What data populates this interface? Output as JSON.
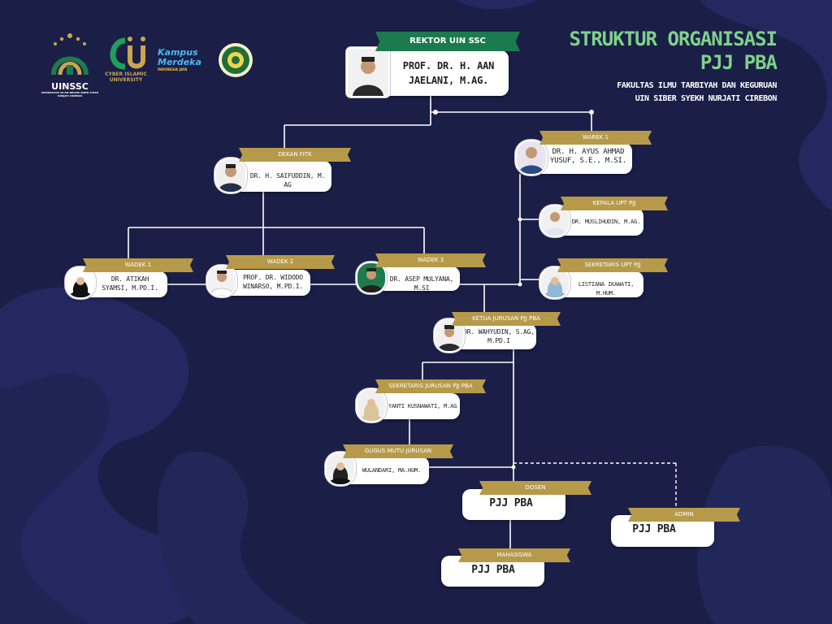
{
  "header": {
    "title_line1": "STRUKTUR ORGANISASI",
    "title_line2": "PJJ PBA",
    "subtitle_line1": "FAKULTAS ILMU TARBIYAH DAN KEGURUAN",
    "subtitle_line2": "UIN SIBER SYEKH NURJATI CIREBON"
  },
  "logos": {
    "uinssc": "UINSSC",
    "uinssc_caption": "UNIVERSITAS ISLAM NEGERI SIBER SYEKH NURJATI CIREBON",
    "cyber": "CYBER ISLAMIC UNIVERSITY",
    "kampus_line1": "Kampus",
    "kampus_line2": "Merdeka",
    "kampus_line3": "INDONESIA JAYA"
  },
  "nodes": {
    "rektor": {
      "role": "REKTOR UIN SSC",
      "name_line1": "PROF. DR. H. AAN",
      "name_line2": "JAELANI, M.AG."
    },
    "dekan": {
      "role": "DEKAN FITK",
      "name_line1": "DR. H. SAIFUDDIN, M. AG",
      "name_line2": ""
    },
    "warek1": {
      "role": "WAREK 1",
      "name_line1": "DR. H. AYUS AHMAD",
      "name_line2": "YUSUF, S.E., M.SI."
    },
    "kepala_upt": {
      "role": "KEPALA UPT PJJ",
      "name_line1": "DR. MUSLIHUDIN, M.AG.",
      "name_line2": ""
    },
    "sekretaris_upt": {
      "role": "SEKRETARIS UPT PJJ",
      "name_line1": "LISTIANA IKAWATI, M.HUM.",
      "name_line2": ""
    },
    "wadek1": {
      "role": "WADEK 1",
      "name_line1": "DR. ATIKAH",
      "name_line2": "SYAMSI, M.PD.I."
    },
    "wadek2": {
      "role": "WADEK 2",
      "name_line1": "PROF. DR. WIDODO",
      "name_line2": "WINARSO, M.PD.I."
    },
    "wadek3": {
      "role": "WADEK 3",
      "name_line1": "DR. ASEP MULYANA, M.SI",
      "name_line2": ""
    },
    "ketua_jurusan": {
      "role": "KETUA JURUSAN PJJ PBA",
      "name_line1": "DR. WAHYUDIN, S.AG,",
      "name_line2": "M.PD.I"
    },
    "sekretaris_jurusan": {
      "role": "SEKRETARIS JURUSAN PJJ PBA",
      "name_line1": "YANTI KUSNAWATI, M.AG",
      "name_line2": ""
    },
    "gugus_mutu": {
      "role": "GUGUS MUTU JURUSAN",
      "name_line1": "WULANDARI, MA.HUM.",
      "name_line2": ""
    },
    "dosen": {
      "role": "DOSEN",
      "name_line1": "PJJ PBA"
    },
    "admin": {
      "role": "ADMIN",
      "name_line1": "PJJ PBA"
    },
    "mahasiswa": {
      "role": "MAHASISWA",
      "name_line1": "PJJ PBA"
    }
  },
  "colors": {
    "background": "#1b1f47",
    "ribbon_gold": "#b69a4a",
    "ribbon_green": "#1b7b4f",
    "title_green": "#7fd18a",
    "connector": "#ffffff"
  }
}
